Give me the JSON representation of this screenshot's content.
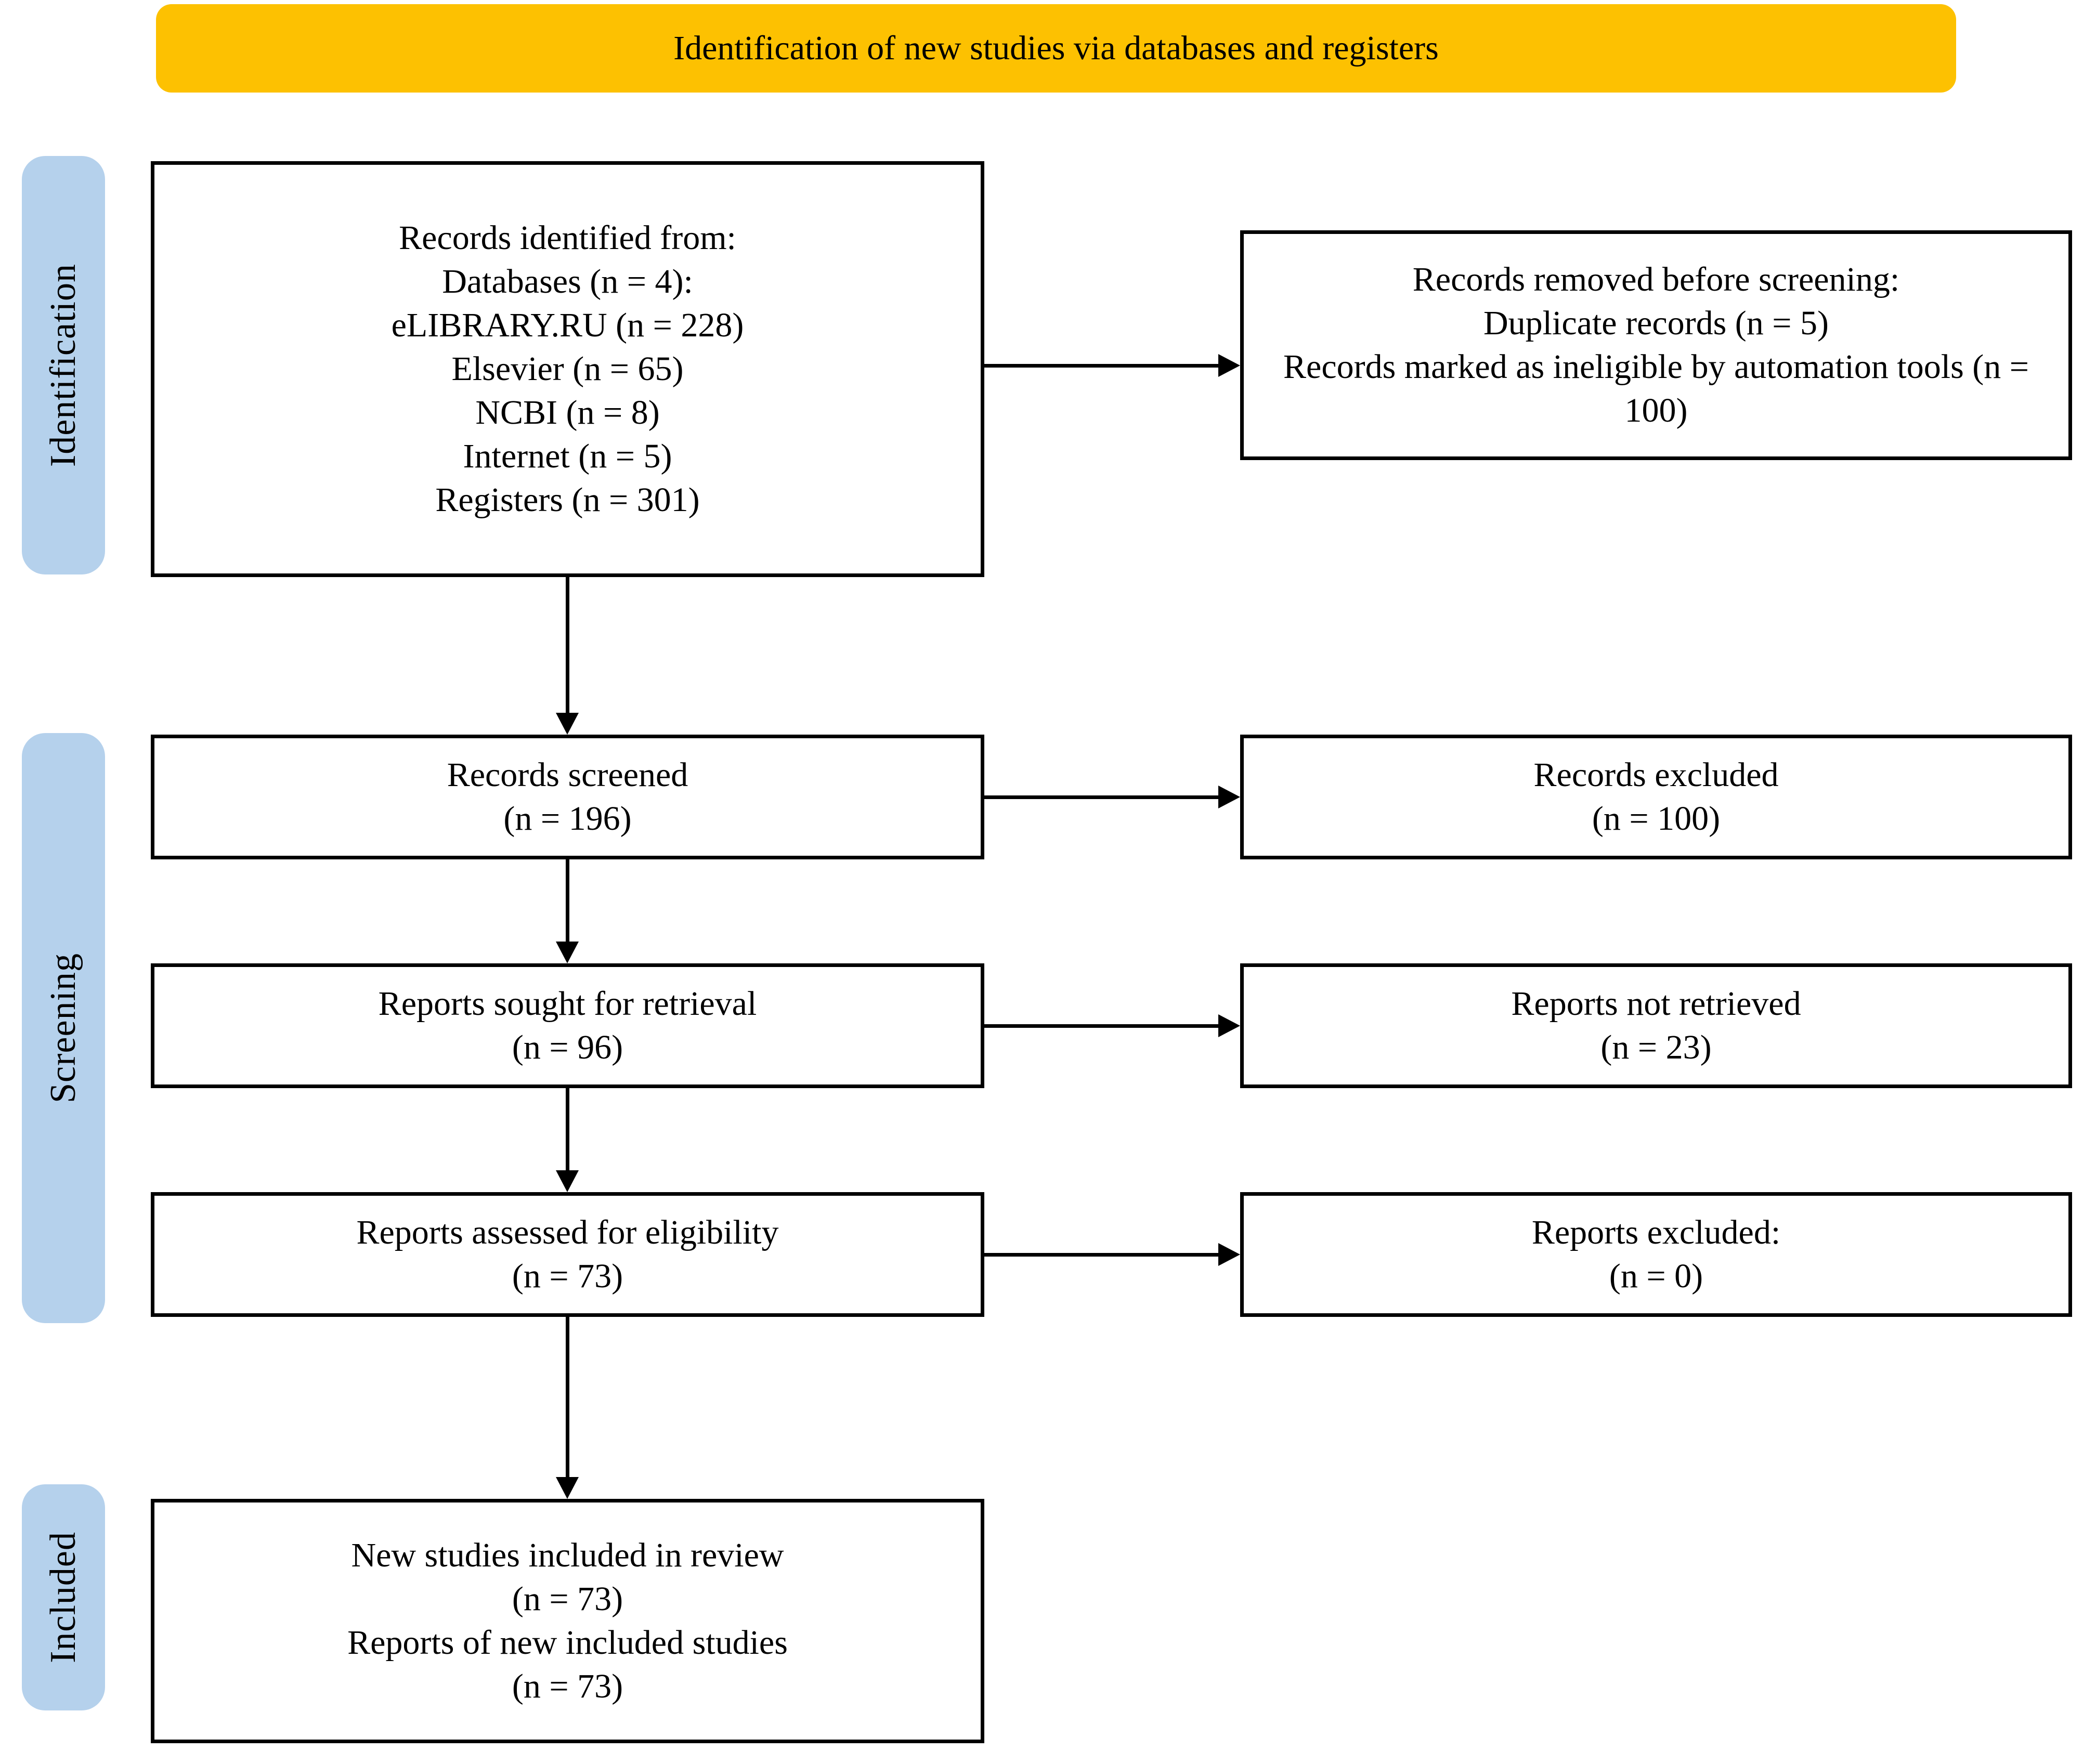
{
  "colors": {
    "header_bg": "#FDC101",
    "stage_bg": "#B5D1EC",
    "line_color": "#000000"
  },
  "header": {
    "title": "Identification of new studies via databases and registers"
  },
  "stages": [
    {
      "label": "Identification"
    },
    {
      "label": "Screening"
    },
    {
      "label": "Included"
    }
  ],
  "boxes": {
    "identified": {
      "lines": [
        "Records identified from:",
        "Databases (n = 4):",
        "eLIBRARY.RU (n = 228)",
        "Elsevier (n = 65)",
        "NCBI (n = 8)",
        "Internet (n = 5)",
        "Registers (n = 301)"
      ]
    },
    "removed": {
      "lines": [
        "Records removed before screening:",
        "Duplicate records (n = 5)",
        "Records marked as ineligible by automation tools (n = 100)"
      ]
    },
    "screened": {
      "lines": [
        "Records screened",
        "(n = 196)"
      ]
    },
    "records_excluded": {
      "lines": [
        "Records excluded",
        "(n = 100)"
      ]
    },
    "sought": {
      "lines": [
        "Reports sought for retrieval",
        "(n = 96)"
      ]
    },
    "not_retrieved": {
      "lines": [
        "Reports not retrieved",
        "(n = 23)"
      ]
    },
    "assessed": {
      "lines": [
        "Reports assessed for eligibility",
        "(n = 73)"
      ]
    },
    "reports_excluded": {
      "lines": [
        "Reports excluded:",
        "(n = 0)"
      ]
    },
    "included": {
      "lines": [
        "New studies included in review",
        "(n = 73)",
        "Reports of new included studies",
        "(n = 73)"
      ]
    }
  }
}
